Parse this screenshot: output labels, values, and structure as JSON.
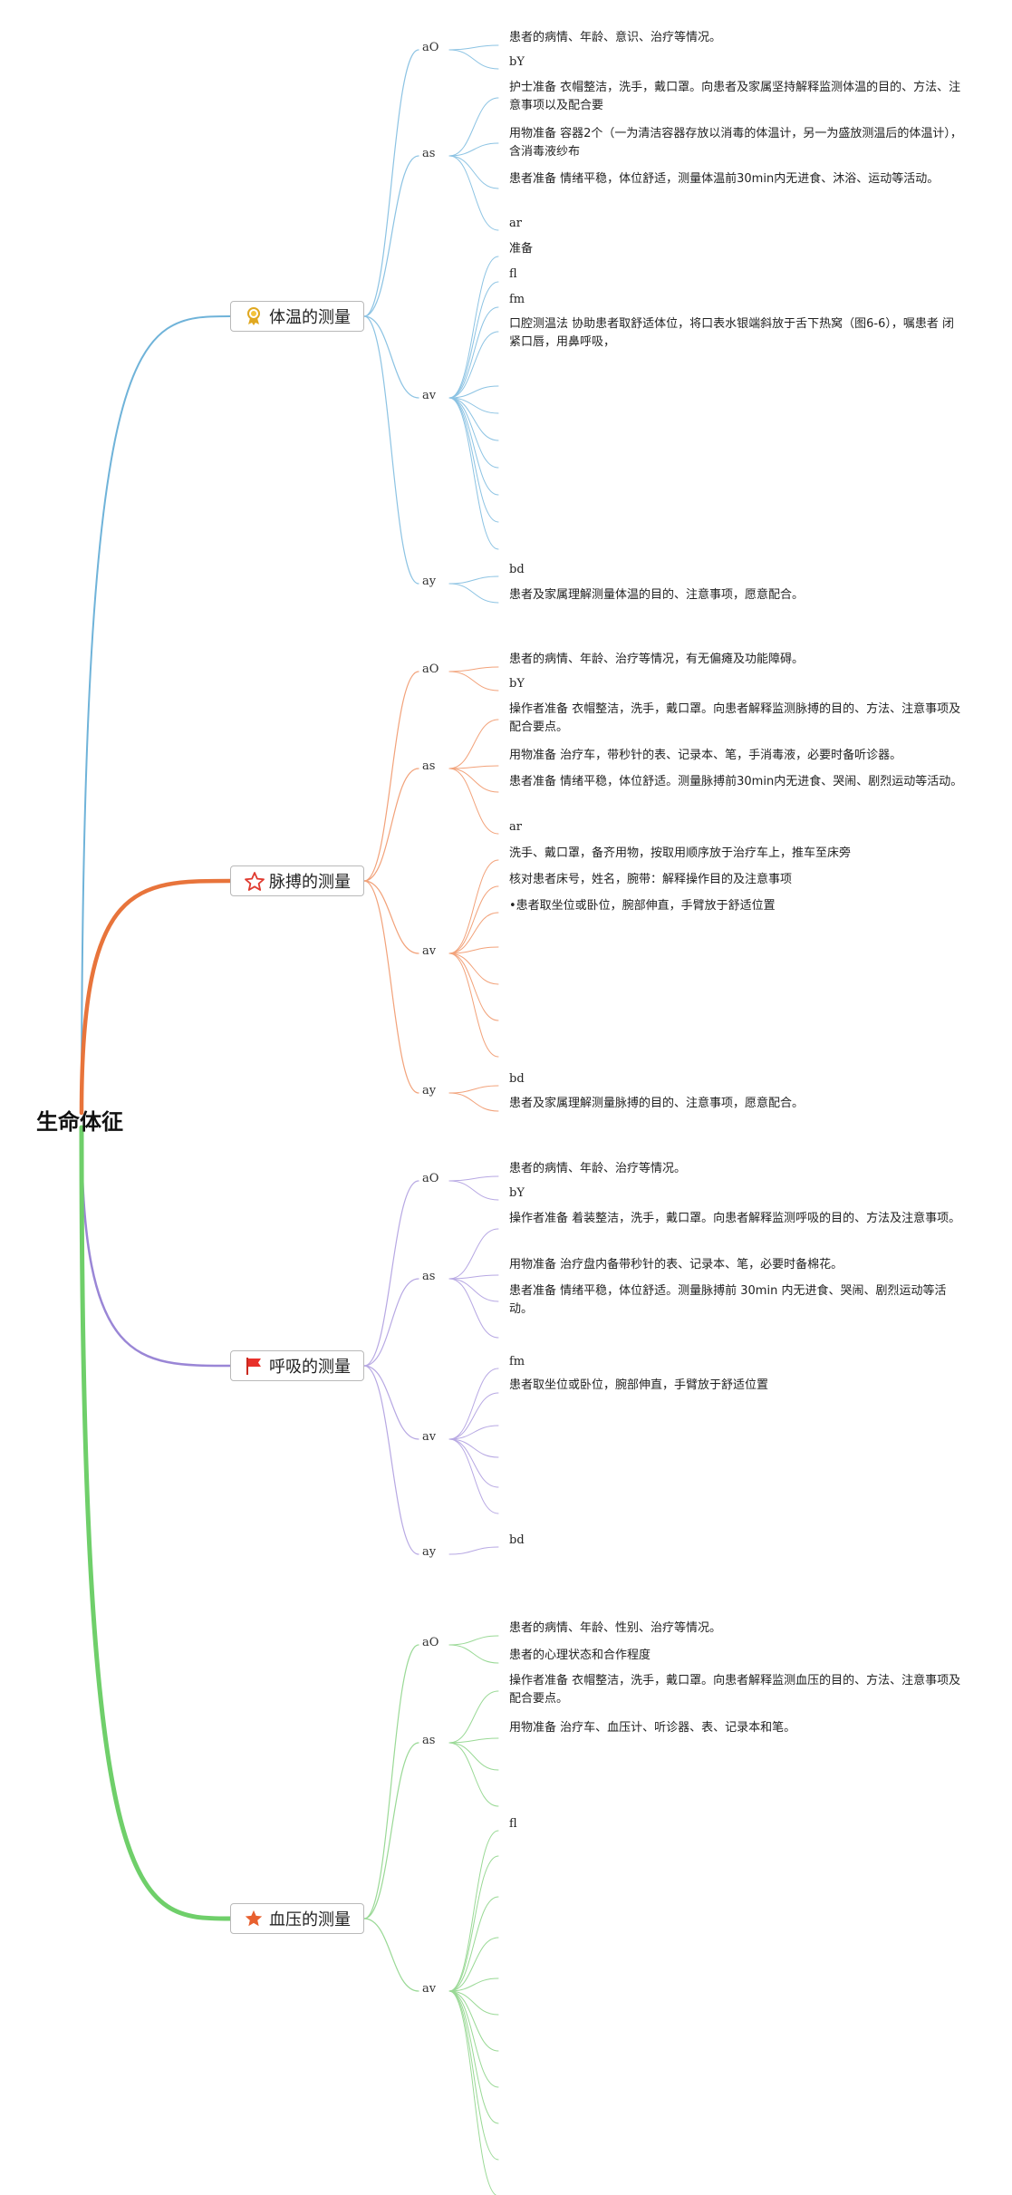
{
  "root": {
    "title": "生命体征"
  },
  "topics": [
    {
      "title": "体温的测量",
      "icon": "award-medal-icon",
      "color": "#6fb3d9",
      "branch_color": "#8cc3e3",
      "groups": [
        {
          "code": "aO",
          "items": [
            "患者的病情、年龄、意识、治疗等情况。",
            "bY"
          ]
        },
        {
          "code": "as",
          "items": [
            "护士准备 衣帽整洁，洗手，戴口罩。向患者及家属坚持解释监测体温的目的、方法、注意事项以及配合要",
            "用物准备 容器2个（一为清洁容器存放以消毒的体温计，另一为盛放测温后的体温计），含消毒液纱布",
            "患者准备 情绪平稳，体位舒适，测量体温前30min内无进食、沐浴、运动等活动。",
            "ar"
          ]
        },
        {
          "code": "av",
          "items": [
            "准备",
            "fl",
            "fm",
            "口腔测温法 协助患者取舒适体位，将口表水银端斜放于舌下热窝（图6-6），嘱患者 闭紧口唇，用鼻呼吸，"
          ]
        },
        {
          "code": "ay",
          "items": [
            "bd",
            "患者及家属理解测量体温的目的、注意事项，愿意配合。"
          ]
        }
      ]
    },
    {
      "title": "脉搏的测量",
      "icon": "star-outline-icon",
      "color": "#e8743b",
      "branch_color": "#f2a27a",
      "groups": [
        {
          "code": "aO",
          "items": [
            "患者的病情、年龄、治疗等情况，有无偏瘫及功能障碍。",
            "bY"
          ]
        },
        {
          "code": "as",
          "items": [
            "操作者准备 衣帽整洁，洗手，戴口罩。向患者解释监测脉搏的目的、方法、注意事项及配合要点。",
            "用物准备 治疗车，带秒针的表、记录本、笔，手消毒液，必要时备听诊器。",
            "患者准备 情绪平稳，体位舒适。测量脉搏前30min内无进食、哭闹、剧烈运动等活动。",
            "ar"
          ]
        },
        {
          "code": "av",
          "items": [
            "洗手、戴口罩，备齐用物，按取用顺序放于治疗车上，推车至床旁",
            "核对患者床号，姓名，腕带：解释操作目的及注意事项",
            "•患者取坐位或卧位，腕部伸直，手臂放于舒适位置"
          ]
        },
        {
          "code": "ay",
          "items": [
            "bd",
            "患者及家属理解测量脉搏的目的、注意事项，愿意配合。"
          ]
        }
      ]
    },
    {
      "title": "呼吸的测量",
      "icon": "flag-icon",
      "color": "#9a86d6",
      "branch_color": "#b7a8e3",
      "groups": [
        {
          "code": "aO",
          "items": [
            "患者的病情、年龄、治疗等情况。",
            "bY"
          ]
        },
        {
          "code": "as",
          "items": [
            "操作者准备 着装整洁，洗手，戴口罩。向患者解释监测呼吸的目的、方法及注意事项。",
            "用物准备 治疗盘内备带秒针的表、记录本、笔，必要时备棉花。",
            "患者准备 情绪平稳，体位舒适。测量脉搏前 30min 内无进食、哭闹、剧烈运动等活动。"
          ]
        },
        {
          "code": "av",
          "items": [
            "fm",
            "患者取坐位或卧位，腕部伸直，手臂放于舒适位置"
          ]
        },
        {
          "code": "ay",
          "items": [
            "bd"
          ]
        }
      ]
    },
    {
      "title": "血压的测量",
      "icon": "star-filled-icon",
      "color": "#6fcf6a",
      "branch_color": "#9ad996",
      "groups": [
        {
          "code": "aO",
          "items": [
            "患者的病情、年龄、性别、治疗等情况。",
            "患者的心理状态和合作程度"
          ]
        },
        {
          "code": "as",
          "items": [
            "操作者准备 衣帽整洁，洗手，戴口罩。向患者解释监测血压的目的、方法、注意事项及配合要点。",
            "用物准备 治疗车、血压计、听诊器、表、记录本和笔。"
          ]
        },
        {
          "code": "av",
          "items": [
            "fl"
          ]
        }
      ]
    }
  ]
}
